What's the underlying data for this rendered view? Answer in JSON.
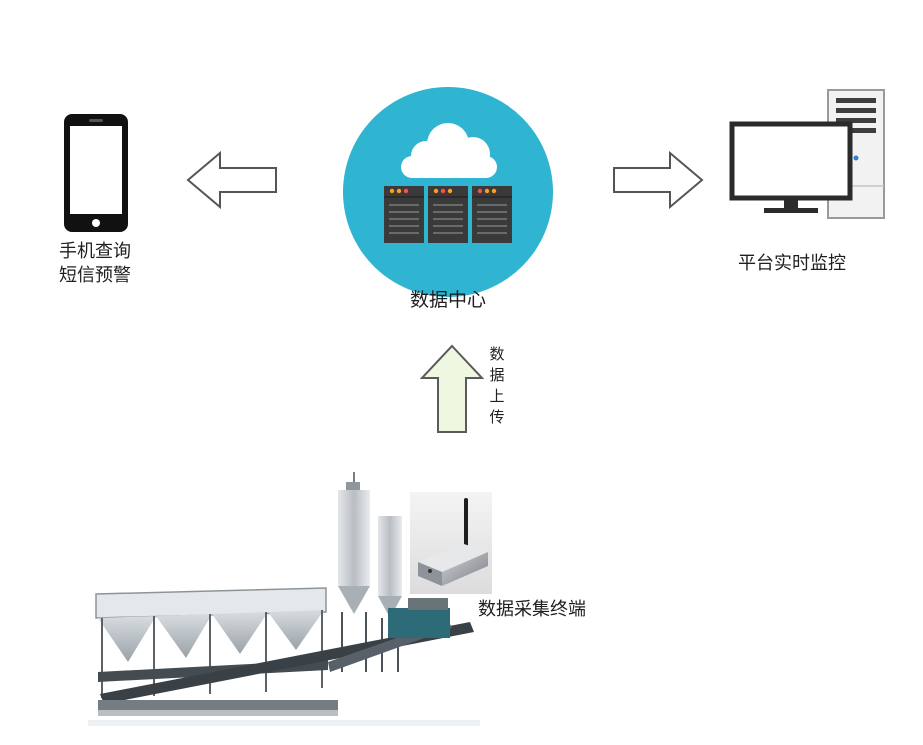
{
  "mobile": {
    "line1": "手机查询",
    "line2": "短信预警"
  },
  "center": {
    "label": "数据中心"
  },
  "platform": {
    "label": "平台实时监控"
  },
  "upload": {
    "chars": [
      "数",
      "据",
      "上",
      "传"
    ]
  },
  "terminal": {
    "label": "数据采集终端"
  },
  "colors": {
    "circle": "#2fb4d2",
    "upload_arrow_fill": "#eef8e1",
    "upload_arrow_stroke": "#5a5a5a",
    "side_arrow_stroke": "#555555",
    "server_body": "#3a3a3a",
    "led_orange": "#ff9f1c",
    "led_red": "#ff4d4d"
  },
  "icons": {
    "mobile": "smartphone-icon",
    "center": "cloud-server-icon",
    "platform": "desktop-computer-icon",
    "terminal": "wireless-router-icon",
    "plant": "batching-plant-illustration"
  }
}
